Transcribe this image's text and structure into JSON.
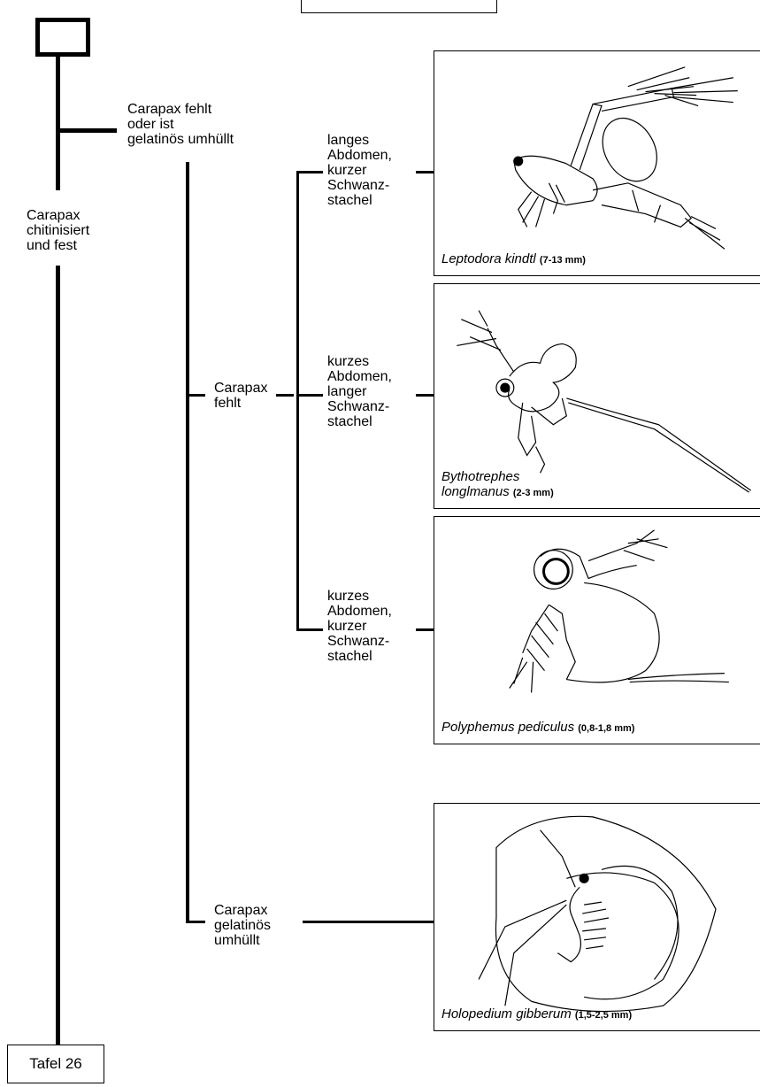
{
  "top_box_label": "",
  "branches": {
    "top": "Carapax fehlt\noder ist\ngelatinös umhüllt",
    "left": "Carapax\nchitinisiert\nund fest",
    "carapax_fehlt": "Carapax\nfehlt",
    "carapax_gelatinoes": "Carapax\ngelatinös\numhüllt",
    "abd1": "langes\nAbdomen,\nkurzer\nSchwanz-\nstachel",
    "abd2": "kurzes\nAbdomen,\nlanger\nSchwanz-\nstachel",
    "abd3": "kurzes\nAbdomen,\nkurzer\nSchwanz-\nstachel"
  },
  "species": [
    {
      "name": "Leptodora kindtl",
      "size": "(7-13 mm)"
    },
    {
      "name": "Bythotrephes\nlonglmanus",
      "size": "(2-3 mm)"
    },
    {
      "name": "Polyphemus pediculus",
      "size": "(0,8-1,8 mm)"
    },
    {
      "name": "Holopedium gibberum",
      "size": "(1,5-2,5 mm)"
    }
  ],
  "tafel_label": "Tafel 26"
}
